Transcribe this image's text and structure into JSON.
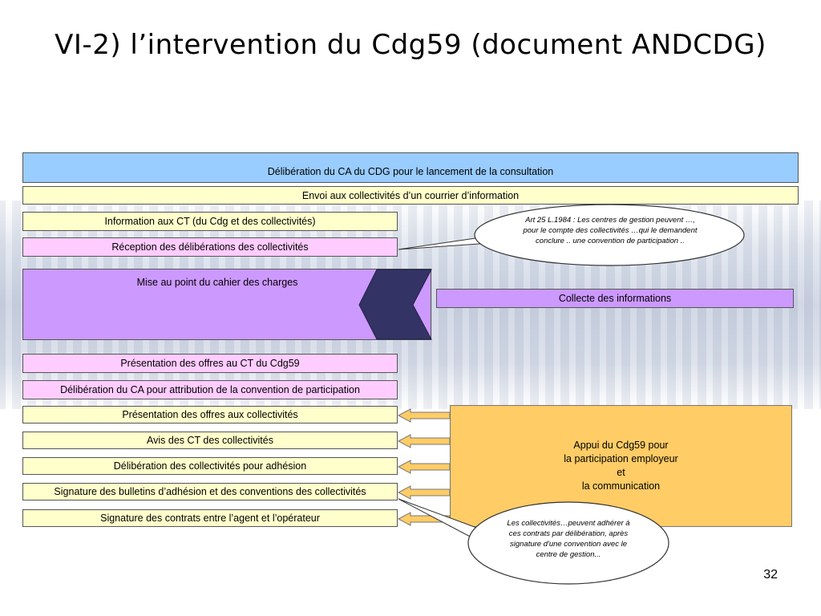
{
  "slide": {
    "title": "VI-2) l’intervention du Cdg59 (document ANDCDG)",
    "page_number": "32"
  },
  "steps": {
    "deliberation_ca_cdg": "Délibération du CA du CDG pour le lancement de la consultation",
    "envoi_courrier": "Envoi aux collectivités d’un courrier d’information",
    "information_ct": "Information aux CT (du Cdg et des collectivités)",
    "reception_deliberations": "Réception des délibérations des collectivités",
    "mise_au_point": "Mise au point du cahier des charges",
    "collecte_informations": "Collecte des informations",
    "presentation_offres_ct": "Présentation des offres au CT du Cdg59",
    "deliberation_ca_attribution": "Délibération du CA pour attribution de la convention de participation",
    "presentation_offres_collectivites": "Présentation des offres aux collectivités",
    "avis_ct": "Avis des CT des collectivités",
    "deliberation_adhesion": "Délibération des collectivités pour adhésion",
    "signature_bulletins": "Signature des bulletins d’adhésion et des conventions des collectivités",
    "signature_contrats": "Signature des contrats entre l’agent et l’opérateur"
  },
  "appui": {
    "line1": "Appui du Cdg59 pour",
    "line2": "la participation employeur",
    "line3": "et",
    "line4": "la communication"
  },
  "callouts": {
    "art25": "Art 25 L.1984 : Les centres de gestion peuvent …, pour le compte des collectivités …qui le demandent conclure .. une convention de participation ..",
    "collectivites": "Les collectivités…peuvent adhérer à ces contrats par délibération, après signature d'une convention avec le centre de gestion..."
  },
  "colors": {
    "blue": "#99ccff",
    "yellow": "#ffffcc",
    "pink": "#ffccff",
    "violet": "#cc99ff",
    "orange": "#ffcc66",
    "chevron": "#333366"
  }
}
